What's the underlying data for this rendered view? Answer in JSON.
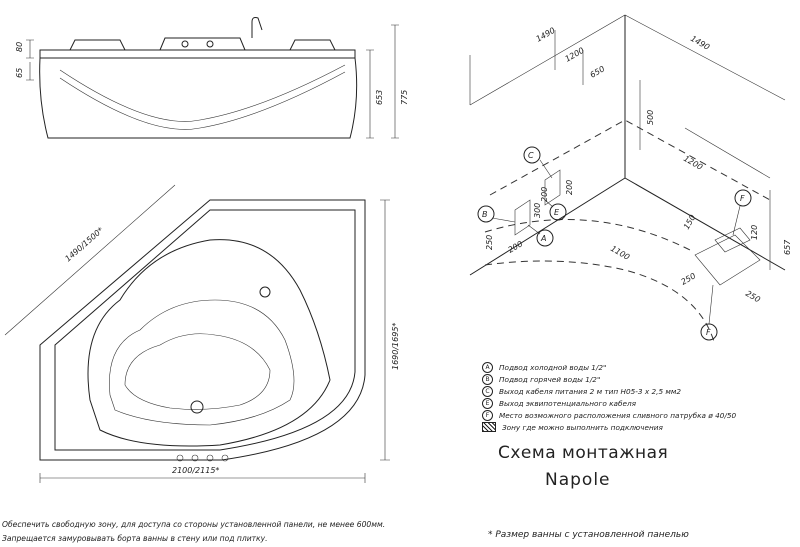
{
  "dimensions": {
    "side_top_80": "80",
    "side_top_65": "65",
    "side_height_653": "653",
    "side_height_775": "775",
    "plan_edge": "1490/1500*",
    "plan_depth": "1690/1695*",
    "plan_width": "2100/2115*",
    "iso_top_left_1490": "1490",
    "iso_top_right_1490": "1490",
    "iso_1200_top": "1200",
    "iso_650": "650",
    "iso_500": "500",
    "iso_1200_right": "1200",
    "iso_1100": "1100",
    "iso_657": "657",
    "iso_120": "120",
    "iso_150": "150",
    "iso_250": "250",
    "iso_200a": "200",
    "iso_200b": "200",
    "iso_300": "300",
    "iso_250b": "250",
    "iso_200c": "200",
    "iso_250c": "250"
  },
  "markers": [
    "A",
    "B",
    "C",
    "E",
    "F",
    "F"
  ],
  "legend": [
    {
      "letter": "A",
      "text": "Подвод холодной воды 1/2\""
    },
    {
      "letter": "B",
      "text": "Подвод горячей воды 1/2\""
    },
    {
      "letter": "C",
      "text": "Выход кабеля питания  2 м тип H05-3 x 2,5 мм2"
    },
    {
      "letter": "E",
      "text": "Выход эквипотенциального кабеля"
    },
    {
      "letter": "F",
      "text": "Место возможного расположения сливного патрубка  ø 40/50"
    },
    {
      "letter": "",
      "text": "Зону где можно выполнить  подключения"
    }
  ],
  "title": "Схема монтажная",
  "subtitle": "Napole",
  "notes": {
    "line1": "Обеспечить свободную зону, для доступа со стороны установленной панели, не менее 600мм.",
    "line2": "Запрещается замуровывать борта ванны в стену или под плитку.",
    "footnote": "* Размер ванны с установленной панелью"
  }
}
